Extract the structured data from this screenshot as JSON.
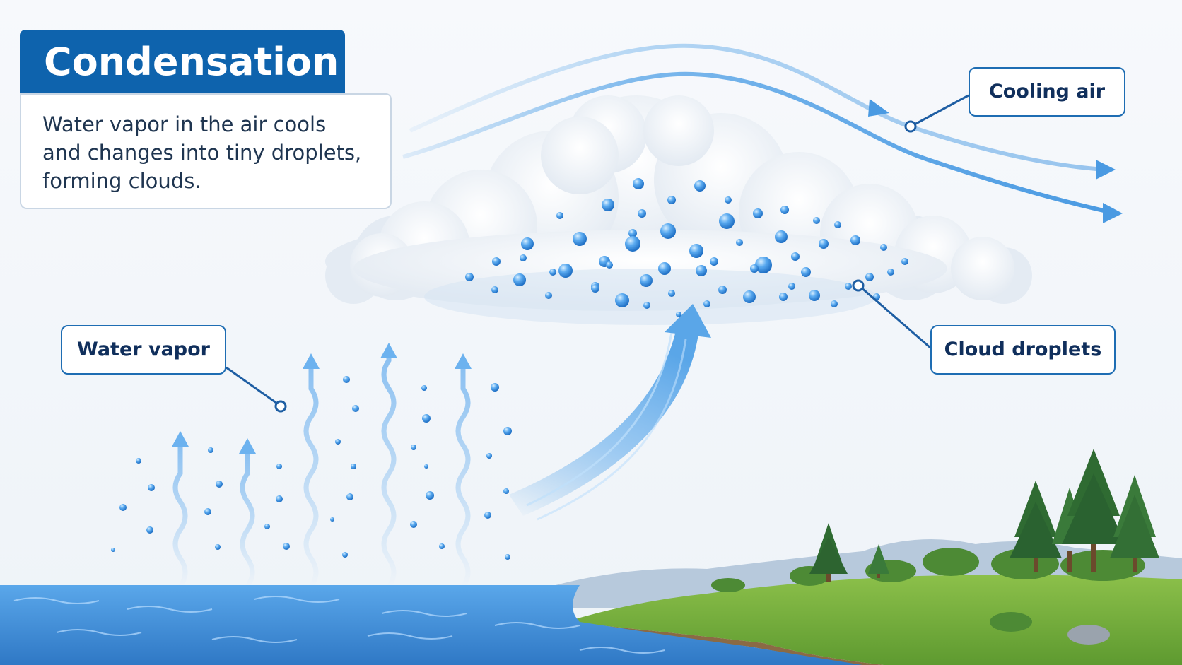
{
  "title": "Condensation",
  "description": "Water vapor in the air cools and changes into tiny droplets, forming clouds.",
  "labels": {
    "cooling_air": "Cooling air",
    "cloud_droplets": "Cloud droplets",
    "water_vapor": "Water vapor"
  },
  "colors": {
    "title_bg": "#0e63ad",
    "label_border": "#1e6db3",
    "label_text": "#102f5c",
    "arrow": "#5aa6e8",
    "droplet": "#3f97e0",
    "water": "#3f8fd8",
    "grass": "#6aa83a",
    "tree": "#2f6b32"
  },
  "icons": [
    "cloud-icon",
    "water-droplet-icon",
    "rising-vapor-arrow-icon",
    "airflow-arrow-icon",
    "tree-icon"
  ]
}
